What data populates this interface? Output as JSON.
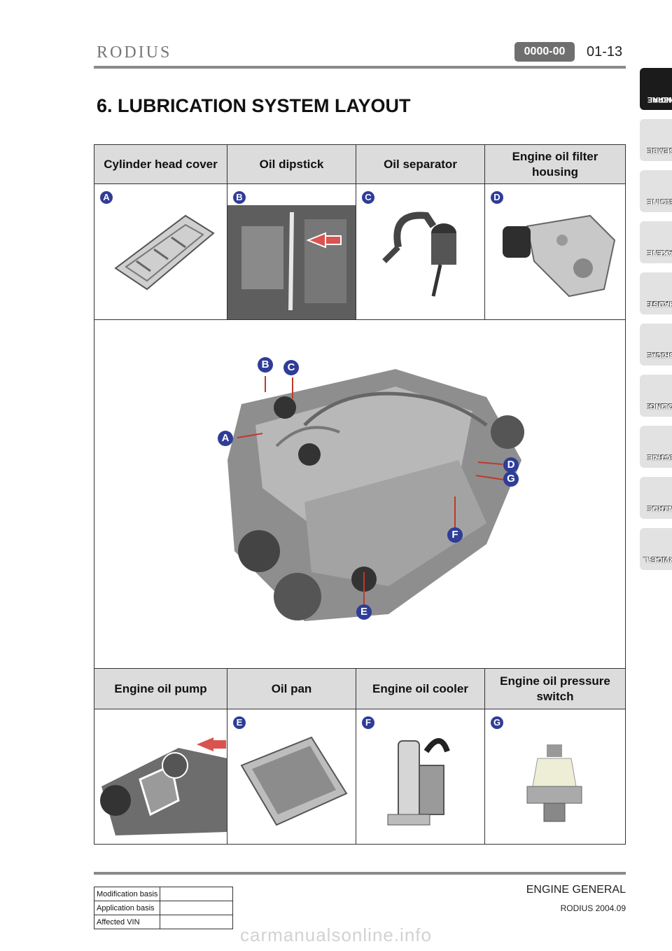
{
  "header": {
    "brand": "RODIUS",
    "code": "0000-00",
    "page": "01-13",
    "title": "6. LUBRICATION SYSTEM LAYOUT"
  },
  "sidebar": [
    {
      "line1": "ENGINE",
      "line2": "GENERA",
      "active": true
    },
    {
      "line1": "ENGINE",
      "line2": "ASSEMBL",
      "active": false
    },
    {
      "line1": "ENGINE",
      "line2": "FUEL",
      "active": false
    },
    {
      "line1": "ENGINE",
      "line2": "INTAKE",
      "active": false
    },
    {
      "line1": "ENGINE",
      "line2": "EXHAUST",
      "active": false
    },
    {
      "line1": "ENGINE",
      "line2": "LUBRICA",
      "active": false
    },
    {
      "line1": "ENGINE",
      "line2": "COOLING",
      "active": false
    },
    {
      "line1": "ENGINE",
      "line2": "ELECTRI",
      "active": false
    },
    {
      "line1": "ENGINE",
      "line2": "CONTRO",
      "active": false
    },
    {
      "line1": "SPECIAL",
      "line2": "SERVICE",
      "active": false
    }
  ],
  "table": {
    "top_headers": [
      "Cylinder head cover",
      "Oil dipstick",
      "Oil separator",
      "Engine oil filter housing"
    ],
    "top_letters": [
      "A",
      "B",
      "C",
      "D"
    ],
    "callouts": [
      "A",
      "B",
      "C",
      "D",
      "E",
      "F",
      "G"
    ],
    "bottom_headers": [
      "Engine oil pump",
      "Oil pan",
      "Engine oil cooler",
      "Engine oil pressure switch"
    ],
    "bottom_letters": [
      "",
      "E",
      "F",
      "G"
    ]
  },
  "footer": {
    "section": "ENGINE GENERAL",
    "edition": "RODIUS 2004.09",
    "mod_rows": [
      "Modification basis",
      "Application basis",
      "Affected VIN"
    ],
    "watermark": "carmanualsonline.info"
  },
  "colors": {
    "letter_badge": "#2f3d97",
    "header_fill": "#dcdcdc",
    "arrow": "#d9534f"
  }
}
